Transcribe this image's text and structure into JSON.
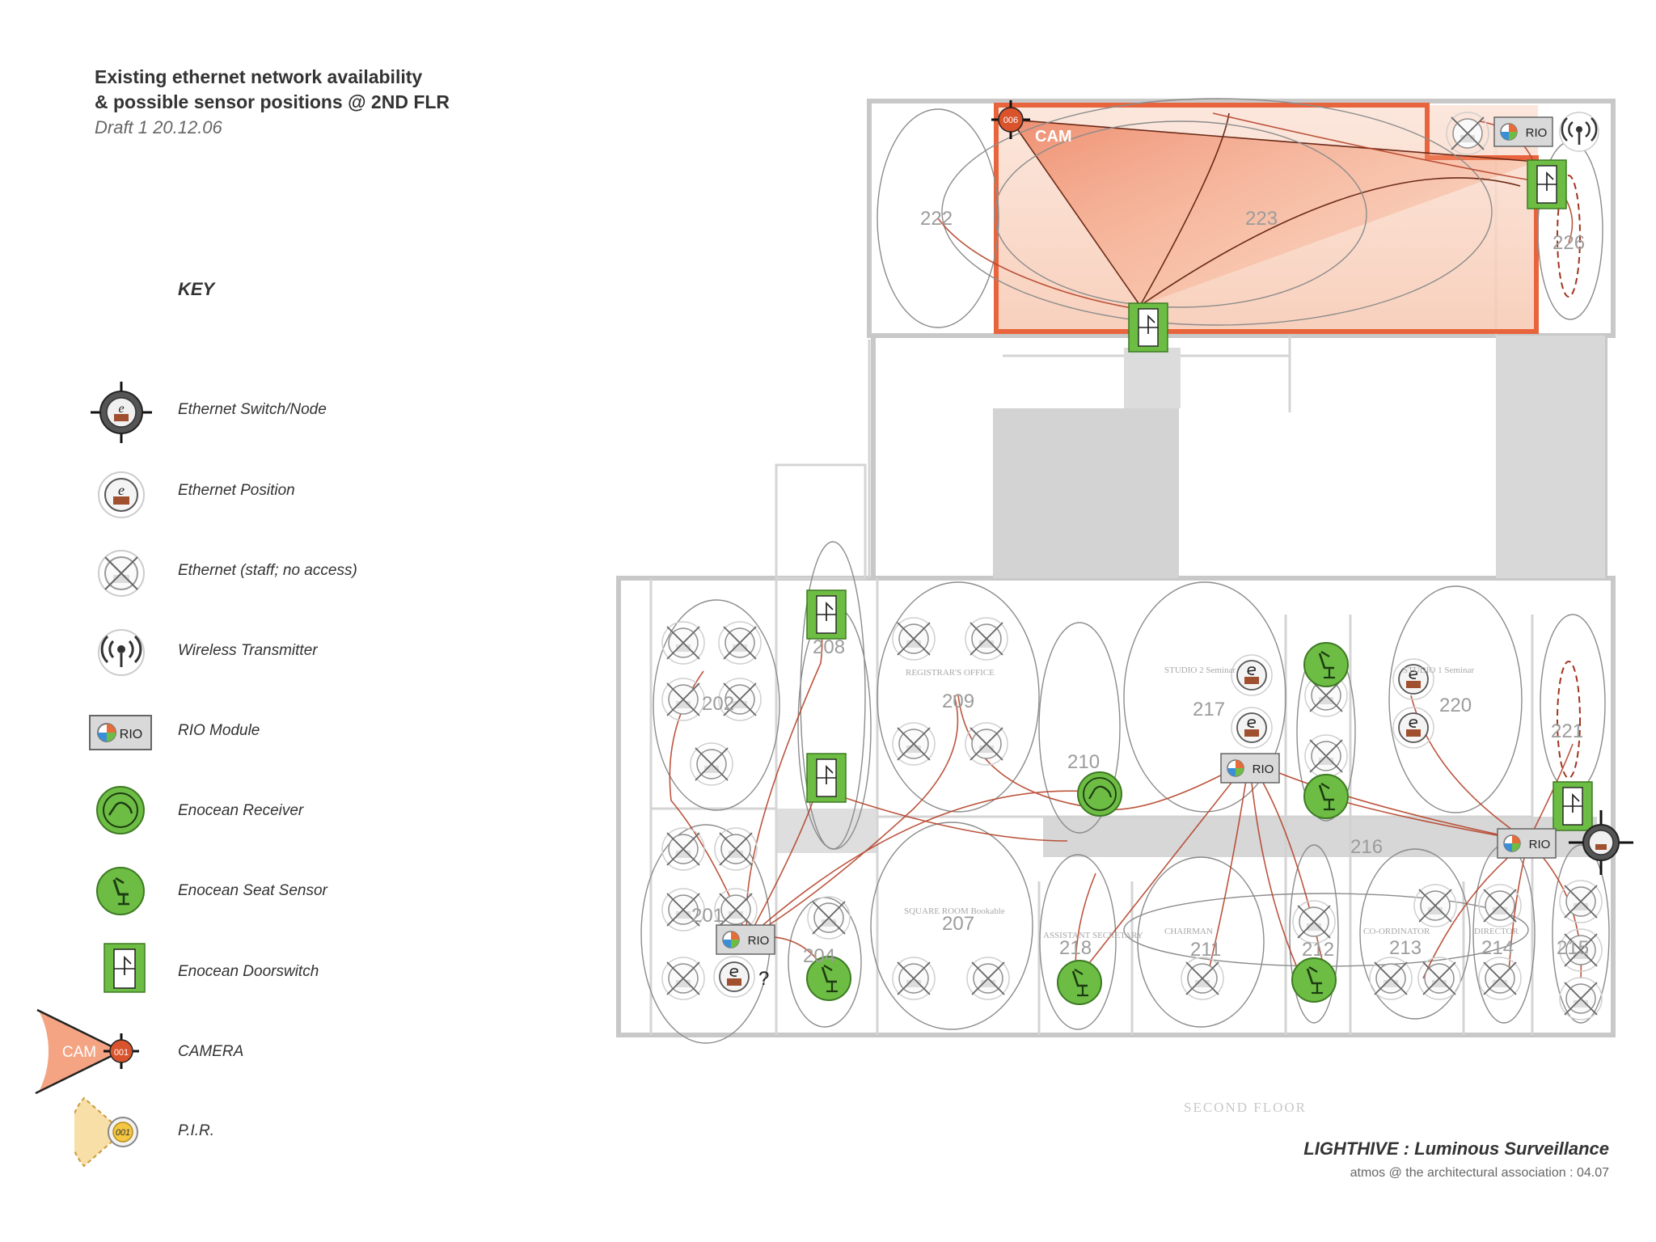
{
  "header": {
    "line1": "Existing ethernet network availability",
    "line2": "& possible sensor positions @ 2ND FLR",
    "draft": "Draft 1   20.12.06"
  },
  "key": {
    "title": "KEY",
    "items": [
      {
        "label": "Ethernet Switch/Node",
        "icon": "ethernet-switch-icon"
      },
      {
        "label": "Ethernet Position",
        "icon": "ethernet-position-icon"
      },
      {
        "label": "Ethernet (staff; no access)",
        "icon": "ethernet-no-access-icon"
      },
      {
        "label": "Wireless Transmitter",
        "icon": "wireless-transmitter-icon"
      },
      {
        "label": "RIO Module",
        "icon": "rio-module-icon"
      },
      {
        "label": "Enocean Receiver",
        "icon": "enocean-receiver-icon"
      },
      {
        "label": "Enocean Seat Sensor",
        "icon": "enocean-seat-sensor-icon"
      },
      {
        "label": "Enocean Doorswitch",
        "icon": "enocean-doorswitch-icon"
      },
      {
        "label": "CAMERA",
        "icon": "camera-icon"
      },
      {
        "label": "P.I.R.",
        "icon": "pir-icon"
      }
    ],
    "icon_text": {
      "e": "e",
      "rio": "RIO",
      "cam": "CAM",
      "cam_no": "001",
      "pir_no": "001"
    }
  },
  "plan": {
    "rooms": [
      "222",
      "223",
      "226",
      "202",
      "208",
      "209",
      "217",
      "220",
      "221",
      "210",
      "216",
      "207",
      "218",
      "211",
      "212",
      "213",
      "214",
      "215",
      "201",
      "204"
    ],
    "room_names": [
      "REGISTRAR'S OFFICE",
      "STUDIO 2 Seminar",
      "STUDIO 1 Seminar",
      "SQUARE ROOM Bookable",
      "CHAIRMAN",
      "ASSISTANT SECRETARY",
      "CO-ORDINATOR",
      "DIRECTOR"
    ],
    "camera_label": "CAM",
    "camera_no": "006",
    "rio_label": "RIO",
    "unknown_mark": "?",
    "floor_label": "SECOND FLOOR"
  },
  "colors": {
    "camera": "#e8643c",
    "camera_fill": "#f39a75",
    "green": "#6dbd45",
    "cable": "#b5432a",
    "wall": "#c8c8c8",
    "corridor": "#d0d0d0"
  },
  "footer": {
    "title": "LIGHTHIVE : Luminous Surveillance",
    "credit": "atmos  @  the architectural association : 04.07"
  }
}
